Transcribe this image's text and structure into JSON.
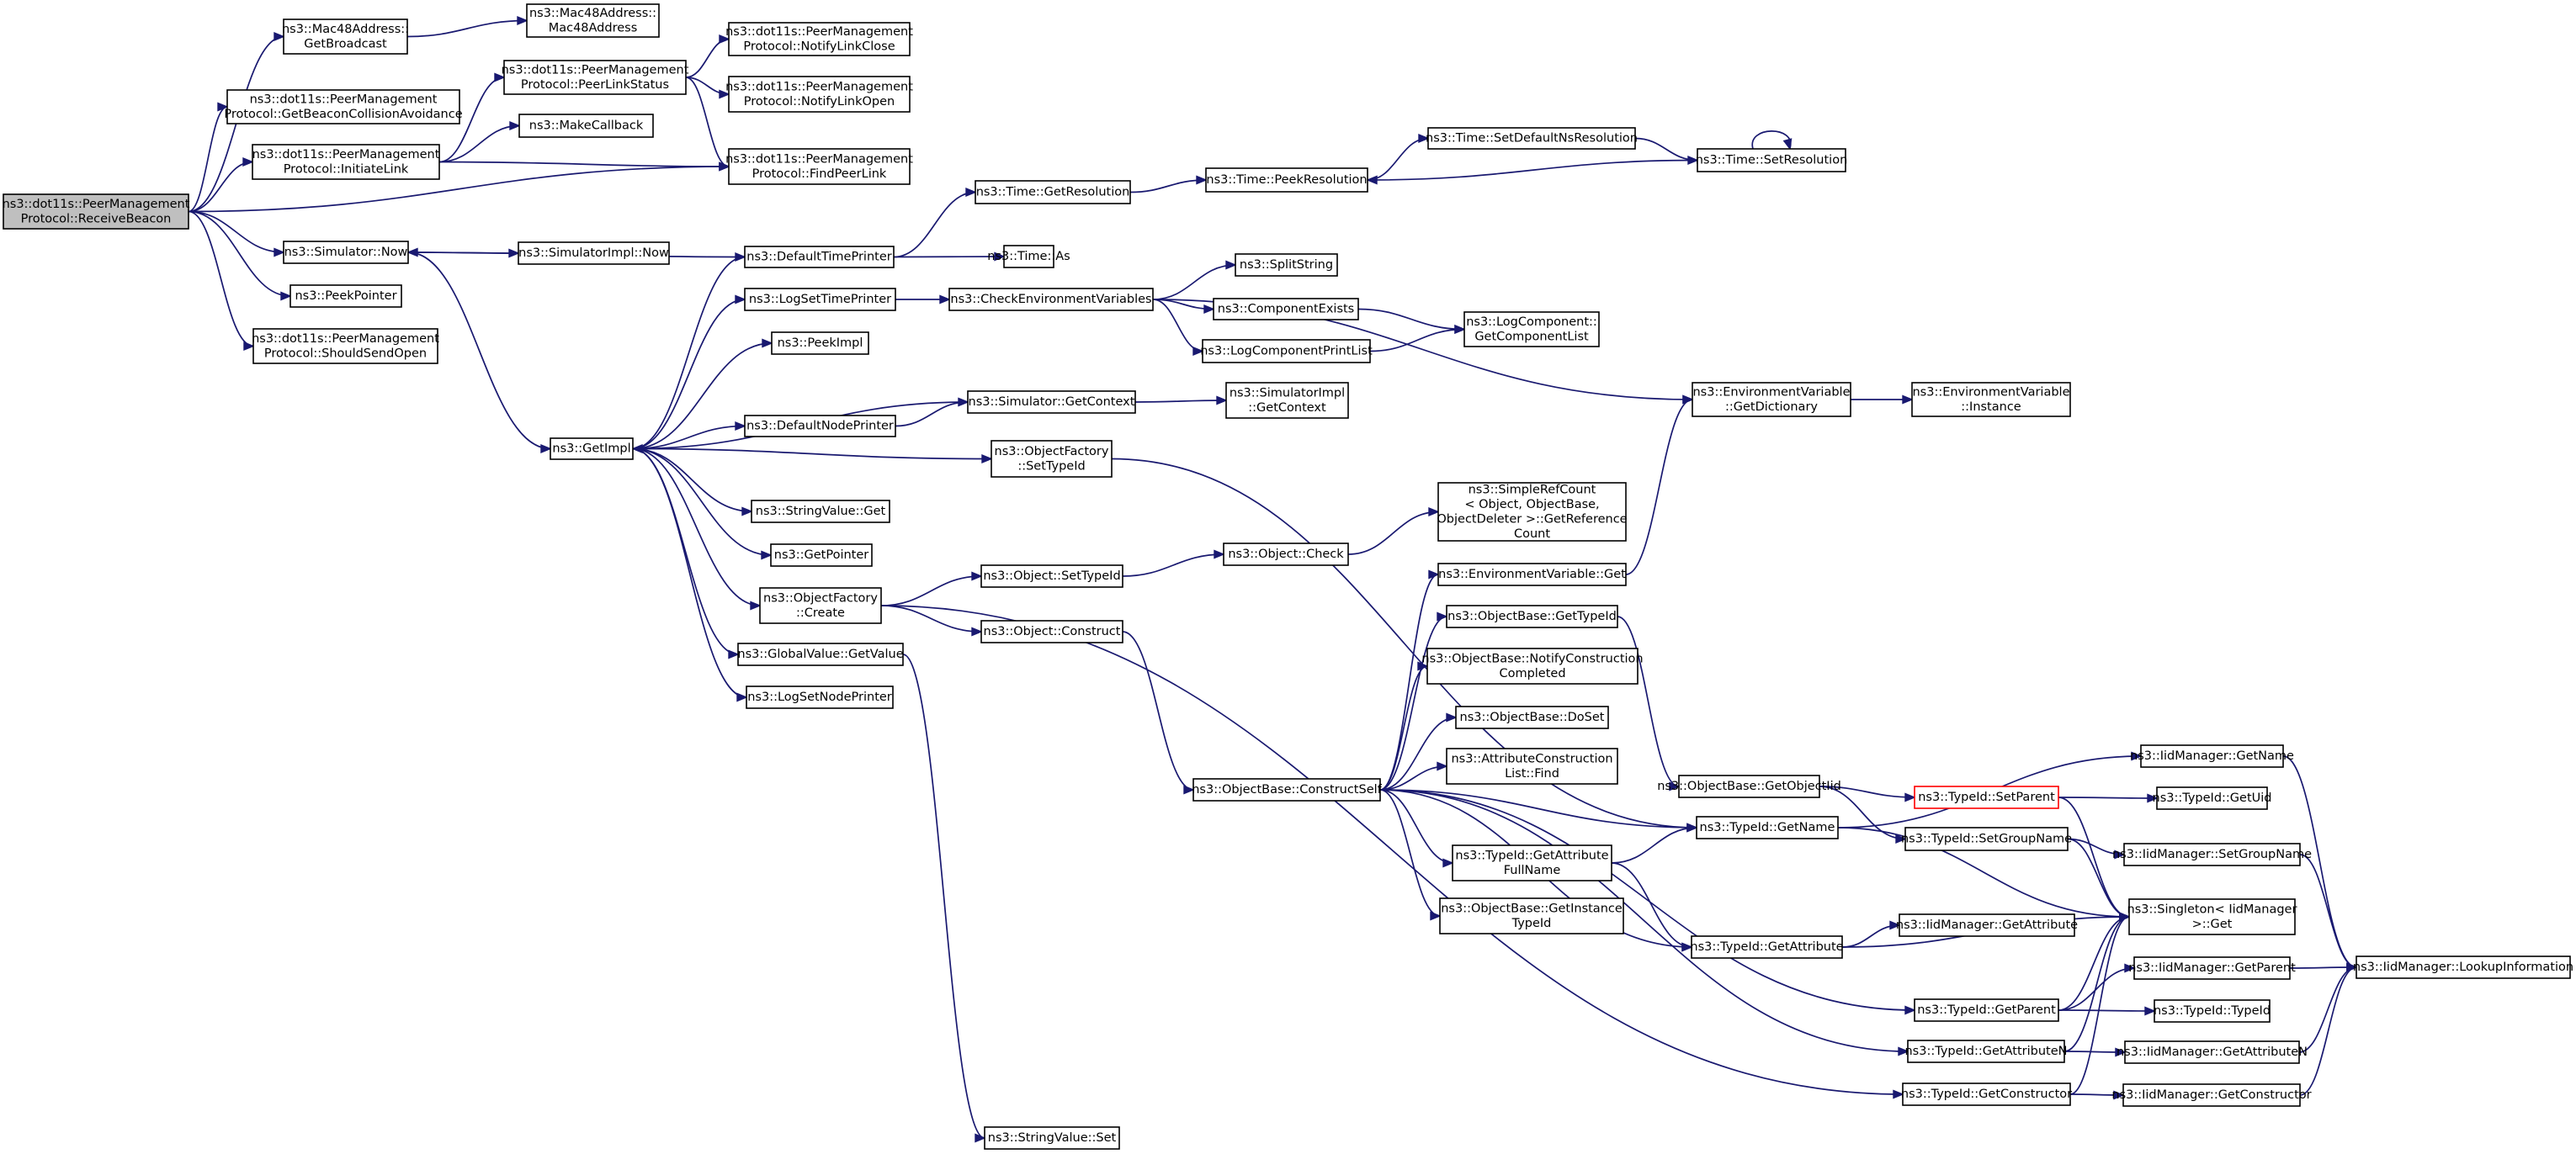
{
  "colors": {
    "edge": "#191970",
    "root_fill": "#bfbfbf",
    "highlight_border": "#ff0000",
    "box_border": "#000000"
  },
  "nodes": {
    "receive_beacon": [
      "ns3::dot11s::PeerManagement",
      "Protocol::ReceiveBeacon"
    ],
    "mac48_getbroadcast": [
      "ns3::Mac48Address::",
      "GetBroadcast"
    ],
    "mac48_ctor": [
      "ns3::Mac48Address::",
      "Mac48Address"
    ],
    "get_beacon_collision": [
      "ns3::dot11s::PeerManagement",
      "Protocol::GetBeaconCollisionAvoidance"
    ],
    "initiate_link": [
      "ns3::dot11s::PeerManagement",
      "Protocol::InitiateLink"
    ],
    "peer_link_status": [
      "ns3::dot11s::PeerManagement",
      "Protocol::PeerLinkStatus"
    ],
    "notify_link_close": [
      "ns3::dot11s::PeerManagement",
      "Protocol::NotifyLinkClose"
    ],
    "notify_link_open": [
      "ns3::dot11s::PeerManagement",
      "Protocol::NotifyLinkOpen"
    ],
    "make_callback": [
      "ns3::MakeCallback"
    ],
    "find_peer_link": [
      "ns3::dot11s::PeerManagement",
      "Protocol::FindPeerLink"
    ],
    "simulator_now": [
      "ns3::Simulator::Now"
    ],
    "simulatorimpl_now": [
      "ns3::SimulatorImpl::Now"
    ],
    "peek_pointer": [
      "ns3::PeekPointer"
    ],
    "should_send_open": [
      "ns3::dot11s::PeerManagement",
      "Protocol::ShouldSendOpen"
    ],
    "default_time_printer": [
      "ns3::DefaultTimePrinter"
    ],
    "time_get_resolution": [
      "ns3::Time::GetResolution"
    ],
    "time_peek_resolution": [
      "ns3::Time::PeekResolution"
    ],
    "time_set_default_ns": [
      "ns3::Time::SetDefaultNsResolution"
    ],
    "time_set_resolution": [
      "ns3::Time::SetResolution"
    ],
    "time_as": [
      "ns3::Time::As"
    ],
    "log_set_time_printer": [
      "ns3::LogSetTimePrinter"
    ],
    "check_env_vars": [
      "ns3::CheckEnvironmentVariables"
    ],
    "split_string": [
      "ns3::SplitString"
    ],
    "component_exists": [
      "ns3::ComponentExists"
    ],
    "log_component_print_list": [
      "ns3::LogComponentPrintList"
    ],
    "get_component_list": [
      "ns3::LogComponent::",
      "GetComponentList"
    ],
    "peek_impl": [
      "ns3::PeekImpl"
    ],
    "get_impl": [
      "ns3::GetImpl"
    ],
    "simulator_get_context": [
      "ns3::Simulator::GetContext"
    ],
    "simulatorimpl_get_context": [
      "ns3::SimulatorImpl",
      "::GetContext"
    ],
    "env_var_get_dictionary": [
      "ns3::EnvironmentVariable",
      "::GetDictionary"
    ],
    "env_var_instance": [
      "ns3::EnvironmentVariable",
      "::Instance"
    ],
    "default_node_printer": [
      "ns3::DefaultNodePrinter"
    ],
    "object_factory_set_type_id": [
      "ns3::ObjectFactory",
      "::SetTypeId"
    ],
    "string_value_get": [
      "ns3::StringValue::Get"
    ],
    "get_pointer": [
      "ns3::GetPointer"
    ],
    "simple_ref_count": [
      "ns3::SimpleRefCount",
      "< Object, ObjectBase,",
      "ObjectDeleter >::GetReference",
      "Count"
    ],
    "object_check": [
      "ns3::Object::Check"
    ],
    "object_set_type_id": [
      "ns3::Object::SetTypeId"
    ],
    "object_factory_create": [
      "ns3::ObjectFactory",
      "::Create"
    ],
    "env_var_get": [
      "ns3::EnvironmentVariable::Get"
    ],
    "object_construct": [
      "ns3::Object::Construct"
    ],
    "global_value_get_value": [
      "ns3::GlobalValue::GetValue"
    ],
    "object_base_get_type_id": [
      "ns3::ObjectBase::GetTypeId"
    ],
    "object_base_notify_construction": [
      "ns3::ObjectBase::NotifyConstruction",
      "Completed"
    ],
    "log_set_node_printer": [
      "ns3::LogSetNodePrinter"
    ],
    "object_base_do_set": [
      "ns3::ObjectBase::DoSet"
    ],
    "attr_construction_list_find": [
      "ns3::AttributeConstruction",
      "List::Find"
    ],
    "iid_manager_get_name": [
      "ns3::IidManager::GetName"
    ],
    "object_base_get_object_iid": [
      "ns3::ObjectBase::GetObjectIid"
    ],
    "object_base_construct_self": [
      "ns3::ObjectBase::ConstructSelf"
    ],
    "typeid_set_parent": [
      "ns3::TypeId::SetParent"
    ],
    "typeid_get_uid": [
      "ns3::TypeId::GetUid"
    ],
    "typeid_get_name": [
      "ns3::TypeId::GetName"
    ],
    "typeid_set_group_name": [
      "ns3::TypeId::SetGroupName"
    ],
    "iid_manager_set_group_name": [
      "ns3::IidManager::SetGroupName"
    ],
    "typeid_get_attribute_full_name": [
      "ns3::TypeId::GetAttribute",
      "FullName"
    ],
    "singleton_get": [
      "ns3::Singleton< IidManager",
      ">::Get"
    ],
    "object_base_get_instance_type_id": [
      "ns3::ObjectBase::GetInstance",
      "TypeId"
    ],
    "iid_manager_get_attribute": [
      "ns3::IidManager::GetAttribute"
    ],
    "typeid_get_attribute": [
      "ns3::TypeId::GetAttribute"
    ],
    "iid_manager_get_parent": [
      "ns3::IidManager::GetParent"
    ],
    "iid_manager_lookup_information": [
      "ns3::IidManager::LookupInformation"
    ],
    "typeid_get_parent": [
      "ns3::TypeId::GetParent"
    ],
    "typeid_typeid": [
      "ns3::TypeId::TypeId"
    ],
    "typeid_get_attribute_n": [
      "ns3::TypeId::GetAttributeN"
    ],
    "iid_manager_get_attribute_n": [
      "ns3::IidManager::GetAttributeN"
    ],
    "typeid_get_constructor": [
      "ns3::TypeId::GetConstructor"
    ],
    "iid_manager_get_constructor": [
      "ns3::IidManager::GetConstructor"
    ],
    "string_value_set": [
      "ns3::StringValue::Set"
    ]
  },
  "edges": [
    [
      "receive_beacon",
      "mac48_getbroadcast"
    ],
    [
      "receive_beacon",
      "get_beacon_collision"
    ],
    [
      "receive_beacon",
      "initiate_link"
    ],
    [
      "receive_beacon",
      "find_peer_link"
    ],
    [
      "receive_beacon",
      "simulator_now"
    ],
    [
      "receive_beacon",
      "peek_pointer"
    ],
    [
      "receive_beacon",
      "should_send_open"
    ],
    [
      "mac48_getbroadcast",
      "mac48_ctor"
    ],
    [
      "initiate_link",
      "peer_link_status"
    ],
    [
      "initiate_link",
      "make_callback"
    ],
    [
      "initiate_link",
      "find_peer_link"
    ],
    [
      "peer_link_status",
      "notify_link_close"
    ],
    [
      "peer_link_status",
      "notify_link_open"
    ],
    [
      "peer_link_status",
      "find_peer_link"
    ],
    [
      "simulator_now",
      "simulatorimpl_now"
    ],
    [
      "simulator_now",
      "get_impl"
    ],
    [
      "default_time_printer",
      "simulator_now"
    ],
    [
      "default_time_printer",
      "time_get_resolution"
    ],
    [
      "default_time_printer",
      "time_as"
    ],
    [
      "time_get_resolution",
      "time_peek_resolution"
    ],
    [
      "time_peek_resolution",
      "time_set_default_ns"
    ],
    [
      "time_set_default_ns",
      "time_set_resolution"
    ],
    [
      "time_set_resolution",
      "time_peek_resolution"
    ],
    [
      "time_set_resolution",
      "time_set_resolution"
    ],
    [
      "log_set_time_printer",
      "check_env_vars"
    ],
    [
      "check_env_vars",
      "split_string"
    ],
    [
      "check_env_vars",
      "component_exists"
    ],
    [
      "check_env_vars",
      "log_component_print_list"
    ],
    [
      "check_env_vars",
      "env_var_get_dictionary"
    ],
    [
      "component_exists",
      "get_component_list"
    ],
    [
      "log_component_print_list",
      "get_component_list"
    ],
    [
      "get_impl",
      "default_time_printer"
    ],
    [
      "get_impl",
      "log_set_time_printer"
    ],
    [
      "get_impl",
      "peek_impl"
    ],
    [
      "get_impl",
      "default_node_printer"
    ],
    [
      "get_impl",
      "object_factory_set_type_id"
    ],
    [
      "get_impl",
      "string_value_get"
    ],
    [
      "get_impl",
      "get_pointer"
    ],
    [
      "get_impl",
      "object_factory_create"
    ],
    [
      "get_impl",
      "global_value_get_value"
    ],
    [
      "get_impl",
      "log_set_node_printer"
    ],
    [
      "simulator_get_context",
      "get_impl"
    ],
    [
      "simulator_get_context",
      "simulatorimpl_get_context"
    ],
    [
      "default_node_printer",
      "simulator_get_context"
    ],
    [
      "env_var_get_dictionary",
      "env_var_instance"
    ],
    [
      "object_factory_set_type_id",
      "typeid_get_name"
    ],
    [
      "object_factory_create",
      "object_set_type_id"
    ],
    [
      "object_factory_create",
      "object_construct"
    ],
    [
      "object_factory_create",
      "typeid_get_constructor"
    ],
    [
      "object_set_type_id",
      "object_check"
    ],
    [
      "object_check",
      "simple_ref_count"
    ],
    [
      "object_construct",
      "object_base_construct_self"
    ],
    [
      "env_var_get",
      "env_var_get_dictionary"
    ],
    [
      "global_value_get_value",
      "string_value_set"
    ],
    [
      "object_base_construct_self",
      "env_var_get"
    ],
    [
      "object_base_construct_self",
      "object_base_get_type_id"
    ],
    [
      "object_base_construct_self",
      "object_base_notify_construction"
    ],
    [
      "object_base_construct_self",
      "object_base_do_set"
    ],
    [
      "object_base_construct_self",
      "attr_construction_list_find"
    ],
    [
      "object_base_construct_self",
      "typeid_get_name"
    ],
    [
      "object_base_construct_self",
      "typeid_get_attribute_full_name"
    ],
    [
      "object_base_construct_self",
      "object_base_get_instance_type_id"
    ],
    [
      "object_base_construct_self",
      "typeid_get_attribute"
    ],
    [
      "object_base_construct_self",
      "typeid_get_parent"
    ],
    [
      "object_base_construct_self",
      "typeid_get_attribute_n"
    ],
    [
      "object_base_get_type_id",
      "object_base_get_object_iid"
    ],
    [
      "object_base_get_object_iid",
      "typeid_set_parent"
    ],
    [
      "object_base_get_object_iid",
      "typeid_set_group_name"
    ],
    [
      "typeid_get_name",
      "iid_manager_get_name"
    ],
    [
      "typeid_get_name",
      "singleton_get"
    ],
    [
      "typeid_set_parent",
      "typeid_get_uid"
    ],
    [
      "typeid_set_parent",
      "singleton_get"
    ],
    [
      "typeid_set_group_name",
      "iid_manager_set_group_name"
    ],
    [
      "typeid_set_group_name",
      "singleton_get"
    ],
    [
      "typeid_get_attribute_full_name",
      "typeid_get_name"
    ],
    [
      "typeid_get_attribute_full_name",
      "typeid_get_attribute"
    ],
    [
      "typeid_get_attribute",
      "iid_manager_get_attribute"
    ],
    [
      "typeid_get_attribute",
      "singleton_get"
    ],
    [
      "typeid_get_parent",
      "iid_manager_get_parent"
    ],
    [
      "typeid_get_parent",
      "typeid_typeid"
    ],
    [
      "typeid_get_parent",
      "singleton_get"
    ],
    [
      "typeid_get_attribute_n",
      "iid_manager_get_attribute_n"
    ],
    [
      "typeid_get_attribute_n",
      "singleton_get"
    ],
    [
      "typeid_get_constructor",
      "iid_manager_get_constructor"
    ],
    [
      "typeid_get_constructor",
      "singleton_get"
    ],
    [
      "iid_manager_get_name",
      "iid_manager_lookup_information"
    ],
    [
      "iid_manager_set_group_name",
      "iid_manager_lookup_information"
    ],
    [
      "iid_manager_get_parent",
      "iid_manager_lookup_information"
    ],
    [
      "iid_manager_get_attribute_n",
      "iid_manager_lookup_information"
    ],
    [
      "iid_manager_get_constructor",
      "iid_manager_lookup_information"
    ]
  ]
}
